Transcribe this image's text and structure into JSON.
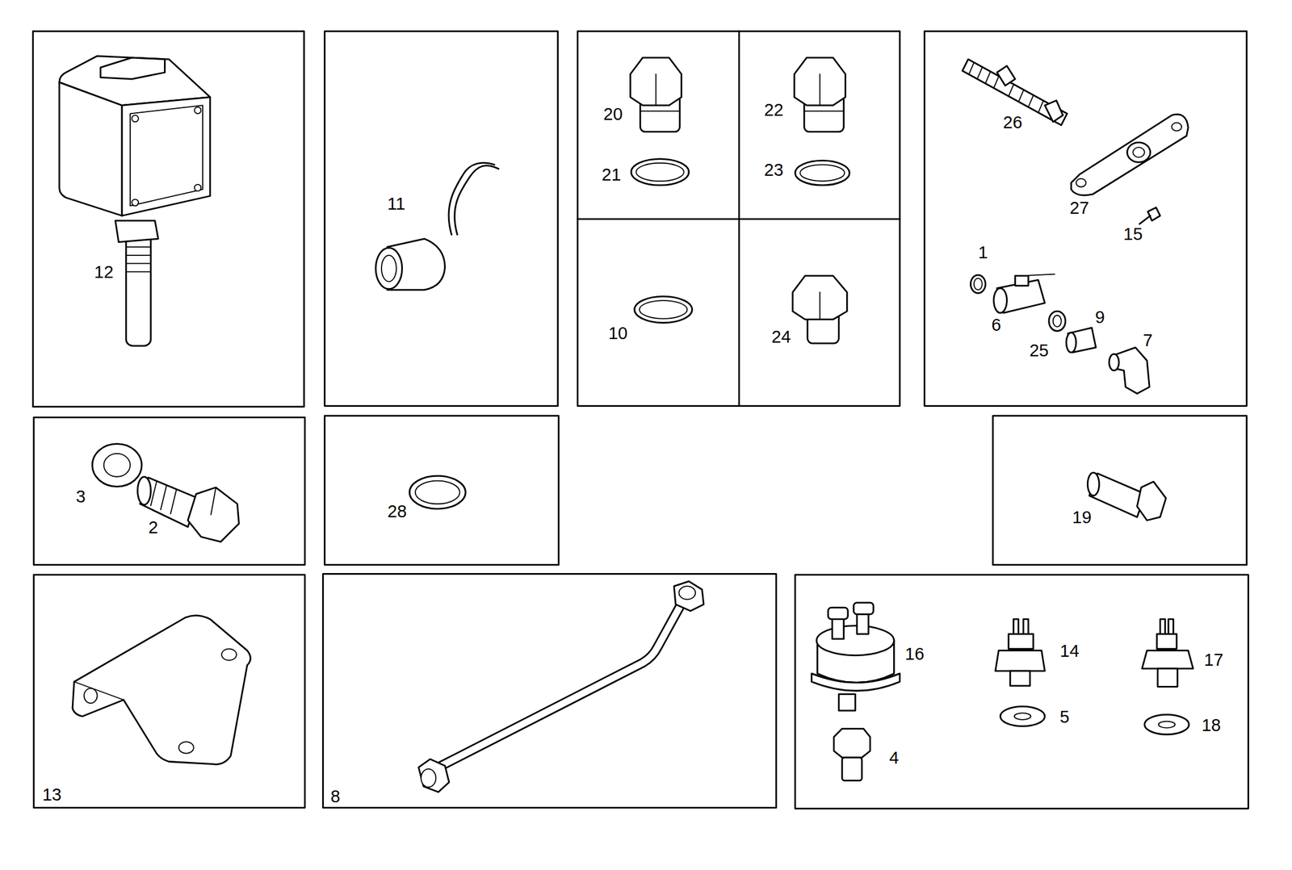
{
  "diagram": {
    "labels": [
      "12",
      "11",
      "20",
      "22",
      "21",
      "23",
      "10",
      "24",
      "26",
      "27",
      "15",
      "1",
      "6",
      "9",
      "25",
      "7",
      "3",
      "2",
      "28",
      "19",
      "13",
      "8",
      "16",
      "14",
      "17",
      "5",
      "18",
      "4"
    ]
  }
}
